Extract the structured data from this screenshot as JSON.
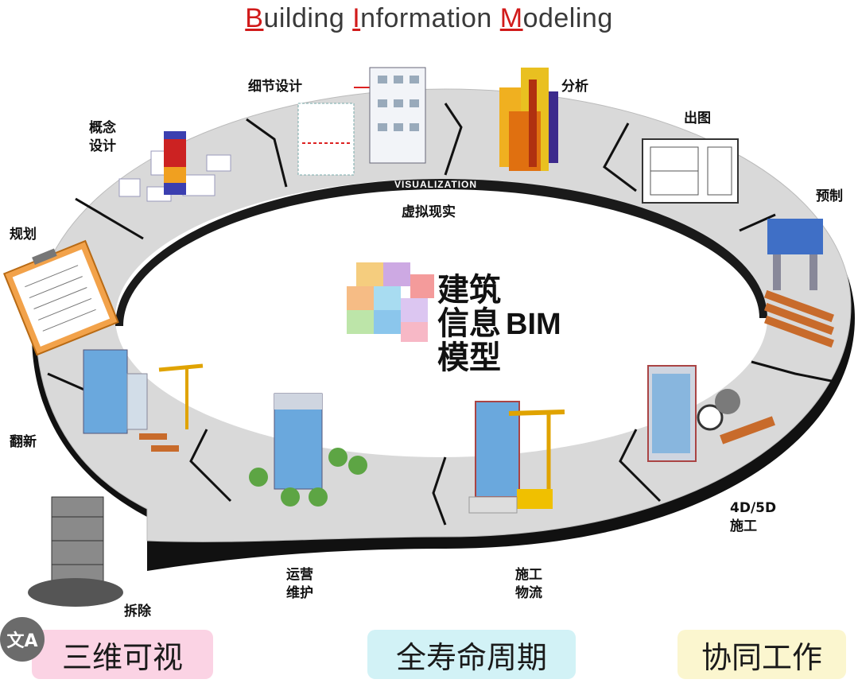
{
  "title": {
    "b": "B",
    "part1": "uilding ",
    "i": "I",
    "part2": "nformation ",
    "m": "M",
    "part3": "odeling"
  },
  "ring_text": "VISUALIZATION",
  "virtual_reality": "虚拟现实",
  "stages": {
    "planning": "规划",
    "concept_1": "概念",
    "concept_2": "设计",
    "detail": "细节设计",
    "analysis": "分析",
    "drawings": "出图",
    "prefab": "预制",
    "construction4d_1": "4D/5D",
    "construction4d_2": "施工",
    "logistics_1": "施工",
    "logistics_2": "物流",
    "operation_1": "运营",
    "operation_2": "维护",
    "demolition": "拆除",
    "renovation": "翻新"
  },
  "center": {
    "line1": "建筑",
    "line2": "信息",
    "line3": "模型",
    "bim": "BIM"
  },
  "badges": {
    "left": "三维可视",
    "middle": "全寿命周期",
    "right": "协同工作"
  },
  "translate_icon": "translate-icon",
  "colors": {
    "accent_red": "#d11a1a",
    "badge_pink": "#fbd3e4",
    "badge_cyan": "#d2f2f6",
    "badge_yellow": "#fbf6cf"
  }
}
